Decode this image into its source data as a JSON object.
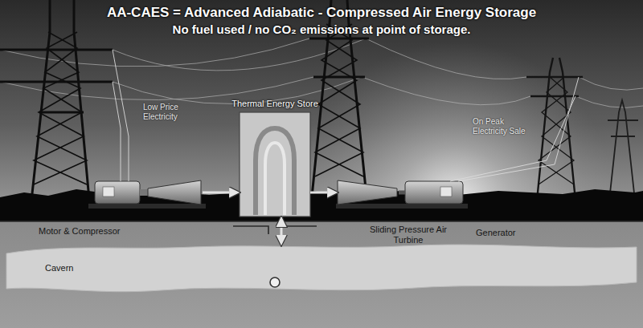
{
  "diagram": {
    "title": "AA-CAES = Advanced Adiabatic - Compressed Air Energy Storage",
    "nodes": [
      {
        "text": [
          "Motor & Compressor"
        ]
      },
      {
        "text": [
          "Thermal Energy Store"
        ]
      },
      {
        "text": [
          "Sliding Pressure Air Turbine"
        ]
      },
      {
        "text": [
          "Generator"
        ]
      },
      {
        "text": [
          "Cavern"
        ]
      }
    ],
    "edges": [
      {
        "from": 0,
        "to": 1,
        "arrow": "to"
      },
      {
        "from": 1,
        "to": 2,
        "arrow": "to"
      },
      {
        "from": 1,
        "to": 4,
        "arrow": "both"
      },
      {
        "from": 2,
        "to": 3,
        "arrow": "none"
      }
    ],
    "labels": [
      "No fuel used / no CO₂ emissions at point of storage.",
      "Low Price Electricity",
      "On Peak Electricity Sale"
    ]
  }
}
